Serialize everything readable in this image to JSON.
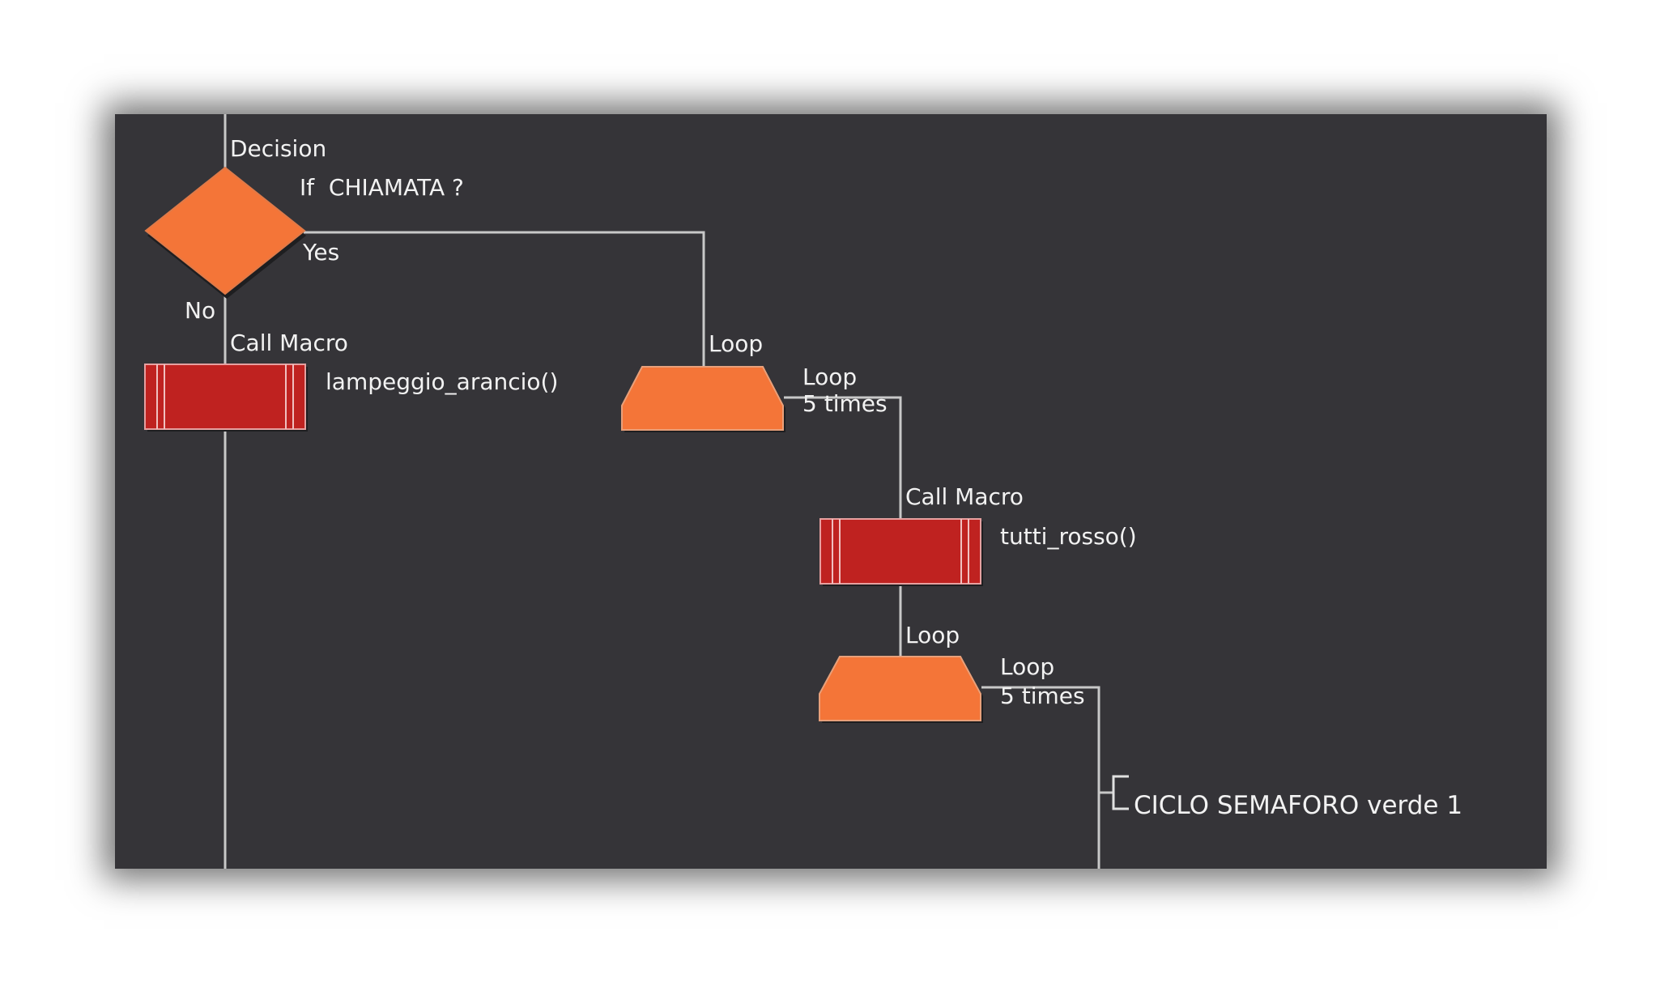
{
  "colors": {
    "canvas_background": "#353438",
    "decision_fill": "#f47538",
    "loop_fill": "#f47538",
    "macro_fill": "#bf2220",
    "connector": "#c8c8c8",
    "text": "#f2f2f2"
  },
  "flowchart": {
    "decision": {
      "type_label": "Decision",
      "condition": "If  CHIAMATA ?",
      "yes_label": "Yes",
      "no_label": "No"
    },
    "call_macro_1": {
      "type_label": "Call Macro",
      "macro_name": "lampeggio_arancio()"
    },
    "loop_1": {
      "type_label": "Loop",
      "side_label": "Loop",
      "count_label": "5 times"
    },
    "call_macro_2": {
      "type_label": "Call Macro",
      "macro_name": "tutti_rosso()"
    },
    "loop_2": {
      "type_label": "Loop",
      "side_label": "Loop",
      "count_label": "5 times"
    },
    "comment": {
      "text": "CICLO SEMAFORO verde 1"
    }
  }
}
